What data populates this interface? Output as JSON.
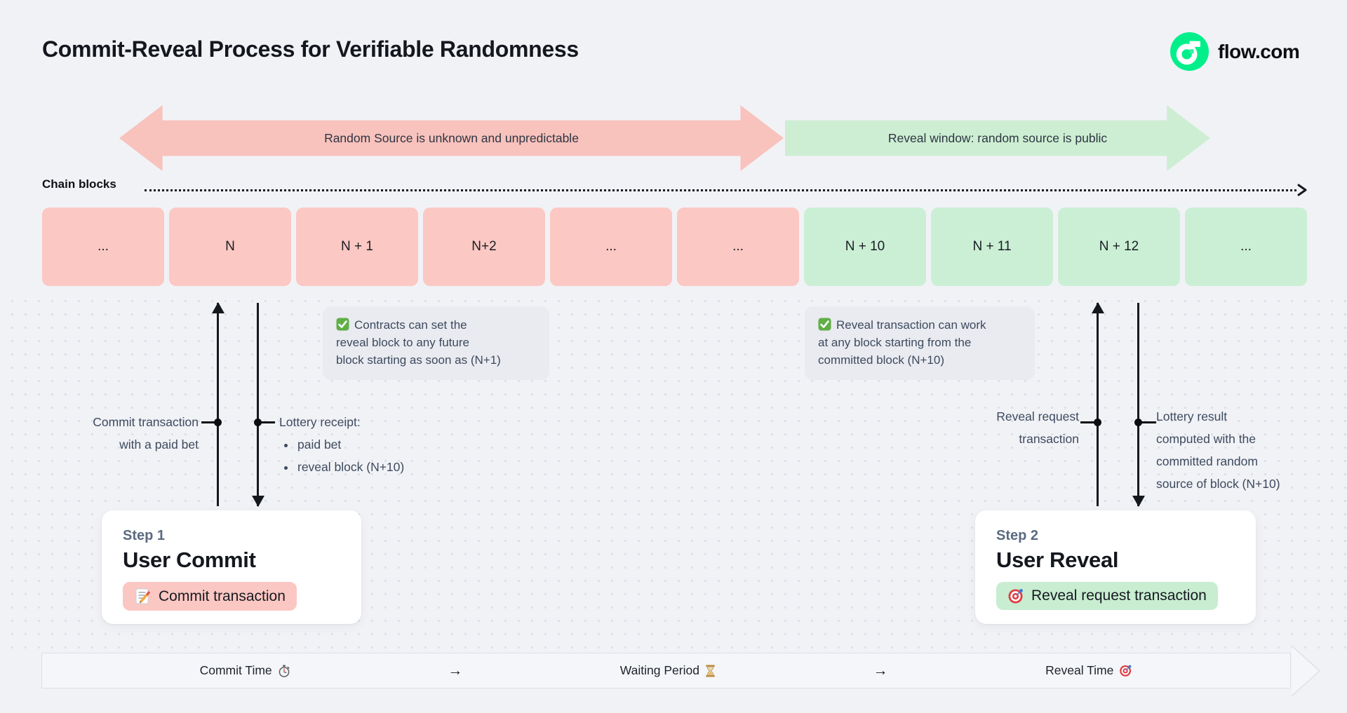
{
  "title": "Commit-Reveal Process for Verifiable Randomness",
  "brand": {
    "label": "flow.com",
    "logo_color": "#00EF8B"
  },
  "phases": {
    "commit": {
      "label": "Random Source is unknown and unpredictable",
      "color": "#F8C2BD"
    },
    "reveal": {
      "label": "Reveal window: random source is public",
      "color": "#CDEED3"
    }
  },
  "chain": {
    "label": "Chain blocks",
    "blocks": [
      {
        "label": "...",
        "phase": "commit"
      },
      {
        "label": "N",
        "phase": "commit"
      },
      {
        "label": "N + 1",
        "phase": "commit"
      },
      {
        "label": "N+2",
        "phase": "commit"
      },
      {
        "label": "...",
        "phase": "commit"
      },
      {
        "label": "...",
        "phase": "commit"
      },
      {
        "label": "N + 10",
        "phase": "reveal"
      },
      {
        "label": "N + 11",
        "phase": "reveal"
      },
      {
        "label": "N + 12",
        "phase": "reveal"
      },
      {
        "label": "...",
        "phase": "reveal"
      }
    ],
    "commit_color": "#FCC8C3",
    "reveal_color": "#CBEFD4"
  },
  "notes": {
    "commit_note": "Contracts can set the\nreveal block to any future\nblock starting as soon as (N+1)",
    "reveal_note": "Reveal transaction can work\nat any block starting from the\ncommitted block (N+10)"
  },
  "annotations": {
    "commit_tx": "Commit transaction\nwith a paid bet",
    "lottery_receipt_title": "Lottery receipt:",
    "lottery_receipt_items": [
      "paid bet",
      "reveal block (N+10)"
    ],
    "reveal_request": "Reveal request\ntransaction",
    "lottery_result": "Lottery result\ncomputed with the\ncommitted random\nsource of block (N+10)"
  },
  "steps": [
    {
      "step": "Step 1",
      "title": "User Commit",
      "button": "Commit transaction"
    },
    {
      "step": "Step 2",
      "title": "User Reveal",
      "button": "Reveal request transaction"
    }
  ],
  "timeline": {
    "items": [
      "Commit Time",
      "Waiting Period",
      "Reveal Time"
    ],
    "separator": "→"
  }
}
